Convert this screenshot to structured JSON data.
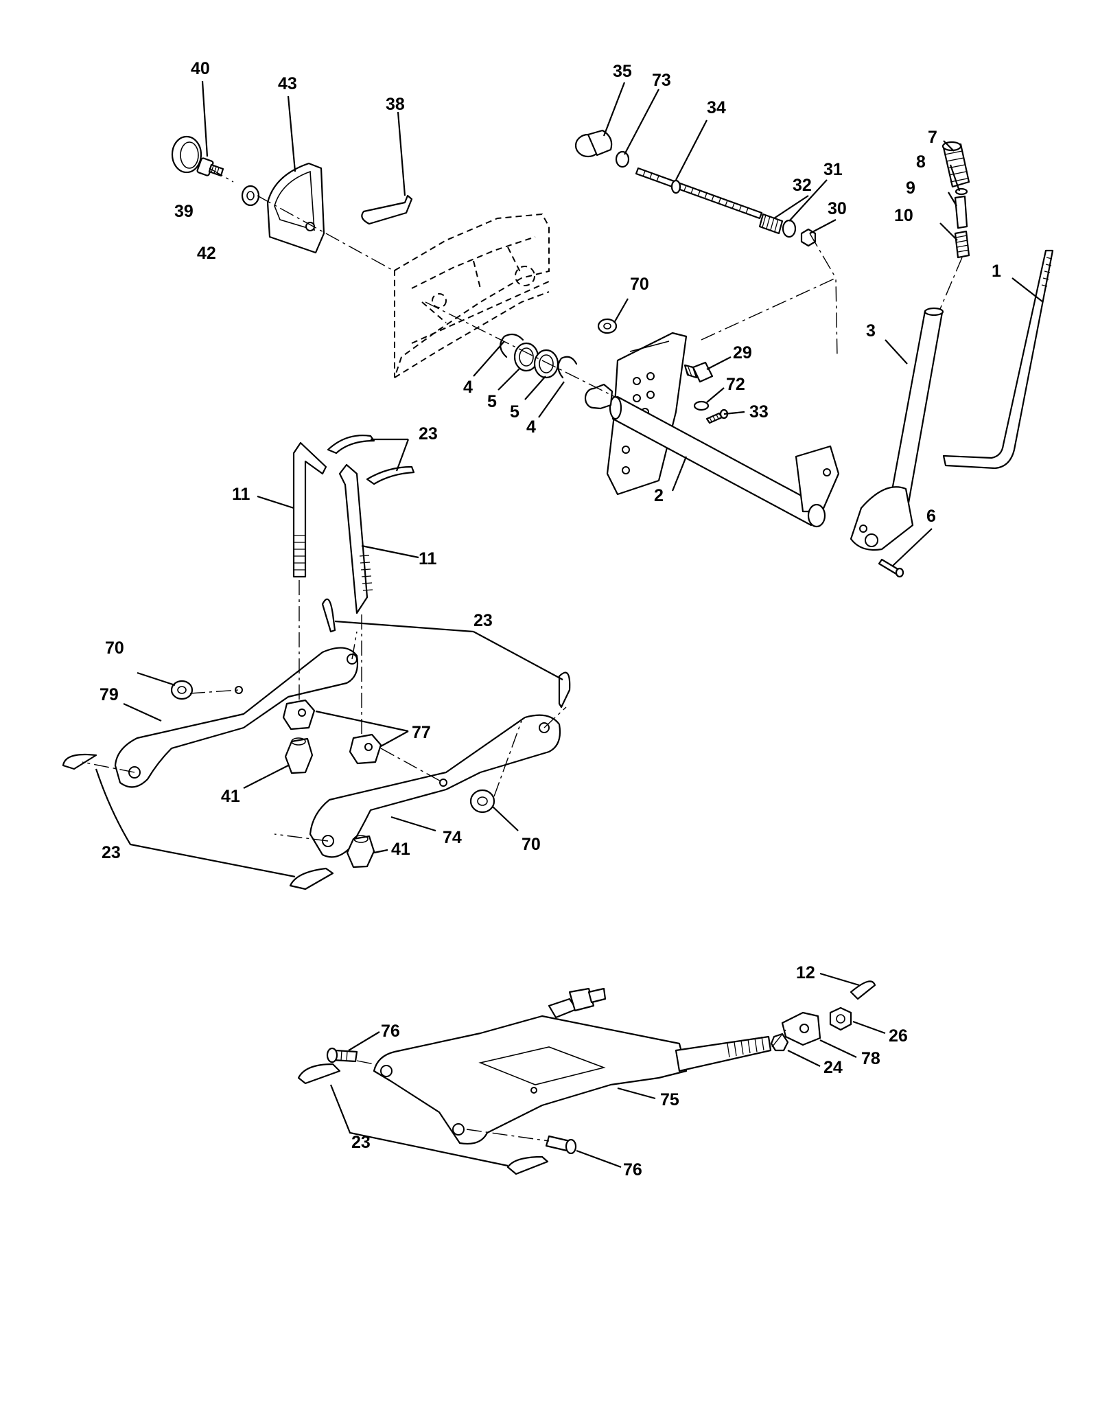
{
  "callouts": [
    {
      "id": "c40",
      "text": "40"
    },
    {
      "id": "c43",
      "text": "43"
    },
    {
      "id": "c38",
      "text": "38"
    },
    {
      "id": "c39",
      "text": "39"
    },
    {
      "id": "c42",
      "text": "42"
    },
    {
      "id": "c35",
      "text": "35"
    },
    {
      "id": "c73",
      "text": "73"
    },
    {
      "id": "c34",
      "text": "34"
    },
    {
      "id": "c7",
      "text": "7"
    },
    {
      "id": "c8",
      "text": "8"
    },
    {
      "id": "c9",
      "text": "9"
    },
    {
      "id": "c10",
      "text": "10"
    },
    {
      "id": "c31",
      "text": "31"
    },
    {
      "id": "c32",
      "text": "32"
    },
    {
      "id": "c30",
      "text": "30"
    },
    {
      "id": "c1",
      "text": "1"
    },
    {
      "id": "c70a",
      "text": "70"
    },
    {
      "id": "c3",
      "text": "3"
    },
    {
      "id": "c29",
      "text": "29"
    },
    {
      "id": "c72",
      "text": "72"
    },
    {
      "id": "c33",
      "text": "33"
    },
    {
      "id": "c4a",
      "text": "4"
    },
    {
      "id": "c5a",
      "text": "5"
    },
    {
      "id": "c5b",
      "text": "5"
    },
    {
      "id": "c4b",
      "text": "4"
    },
    {
      "id": "c23a",
      "text": "23"
    },
    {
      "id": "c11a",
      "text": "11"
    },
    {
      "id": "c11b",
      "text": "11"
    },
    {
      "id": "c2",
      "text": "2"
    },
    {
      "id": "c6",
      "text": "6"
    },
    {
      "id": "c23b",
      "text": "23"
    },
    {
      "id": "c70b",
      "text": "70"
    },
    {
      "id": "c79",
      "text": "79"
    },
    {
      "id": "c77",
      "text": "77"
    },
    {
      "id": "c41a",
      "text": "41"
    },
    {
      "id": "c74",
      "text": "74"
    },
    {
      "id": "c70c",
      "text": "70"
    },
    {
      "id": "c41b",
      "text": "41"
    },
    {
      "id": "c23c",
      "text": "23"
    },
    {
      "id": "c12",
      "text": "12"
    },
    {
      "id": "c76a",
      "text": "76"
    },
    {
      "id": "c26",
      "text": "26"
    },
    {
      "id": "c78",
      "text": "78"
    },
    {
      "id": "c24",
      "text": "24"
    },
    {
      "id": "c75",
      "text": "75"
    },
    {
      "id": "c23d",
      "text": "23"
    },
    {
      "id": "c76b",
      "text": "76"
    }
  ]
}
